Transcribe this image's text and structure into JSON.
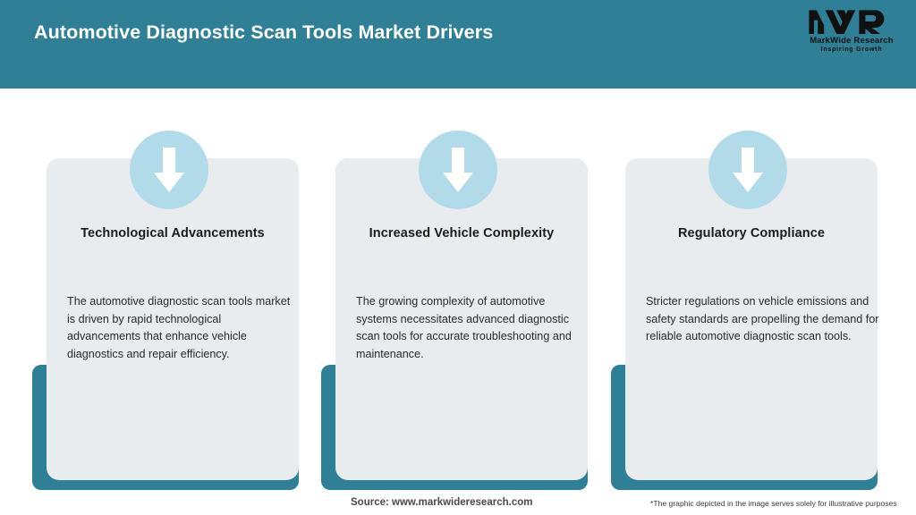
{
  "header": {
    "title": "Automotive Diagnostic Scan Tools Market Drivers",
    "background_color": "#2f8096",
    "title_color": "#ffffff"
  },
  "logo": {
    "mark": "MWR",
    "name": "MarkWide Research",
    "tagline": "Inspiring Growth"
  },
  "theme": {
    "accent_color": "#2f8096",
    "card_color": "#e8ecee",
    "badge_color": "#b2dbe9",
    "arrow_color": "#ffffff"
  },
  "cards": [
    {
      "icon": "arrow-down-icon",
      "title": "Technological Advancements",
      "body": "The automotive diagnostic scan tools market is driven by rapid technological advancements that enhance vehicle diagnostics and repair efficiency."
    },
    {
      "icon": "arrow-down-icon",
      "title": "Increased Vehicle Complexity",
      "body": "The growing complexity of automotive systems necessitates advanced diagnostic scan tools for accurate troubleshooting and maintenance."
    },
    {
      "icon": "arrow-down-icon",
      "title": "Regulatory Compliance",
      "body": "Stricter regulations on vehicle emissions and safety standards are propelling the demand for reliable automotive diagnostic scan tools."
    }
  ],
  "footer": {
    "source": "Source: www.markwideresearch.com",
    "disclaimer": "*The graphic depicted in the image serves solely for illustrative purposes"
  }
}
